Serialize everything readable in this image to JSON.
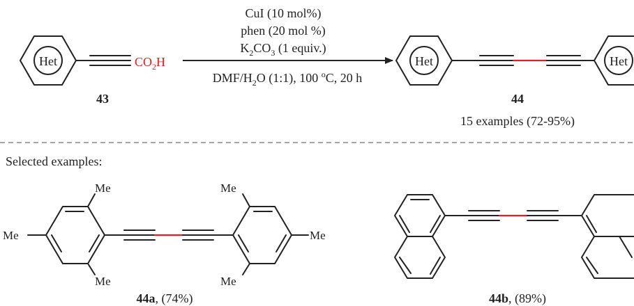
{
  "reaction": {
    "reactant": {
      "het_label": "Het",
      "group_prefix": "CO",
      "group_sub": "2",
      "group_suffix": "H",
      "number": "43"
    },
    "conditions": {
      "line1": "CuI (10 mol%)",
      "line2": "phen (20 mol %)",
      "line3_a": "K",
      "line3_sub1": "2",
      "line3_b": "CO",
      "line3_sub2": "3",
      "line3_c": " (1 equiv.)",
      "line4_a": "DMF/H",
      "line4_sub": "2",
      "line4_b": "O (1:1), 100 ",
      "line4_sup": "o",
      "line4_c": "C, 20 h"
    },
    "product": {
      "het_left": "Het",
      "het_right": "Het",
      "number": "44",
      "summary": "15 examples (72-95%)"
    }
  },
  "selected": {
    "heading": "Selected examples:",
    "ex_a": {
      "me_top_left": "Me",
      "me_left": "Me",
      "me_bottom_left": "Me",
      "me_top_right": "Me",
      "me_right": "Me",
      "me_bottom_right": "Me",
      "label": "44a",
      "yield": ", (74%)"
    },
    "ex_b": {
      "label": "44b",
      "yield": ", (89%)"
    }
  },
  "colors": {
    "ink": "#222222",
    "highlight": "#e02020",
    "divider": "#888888"
  }
}
